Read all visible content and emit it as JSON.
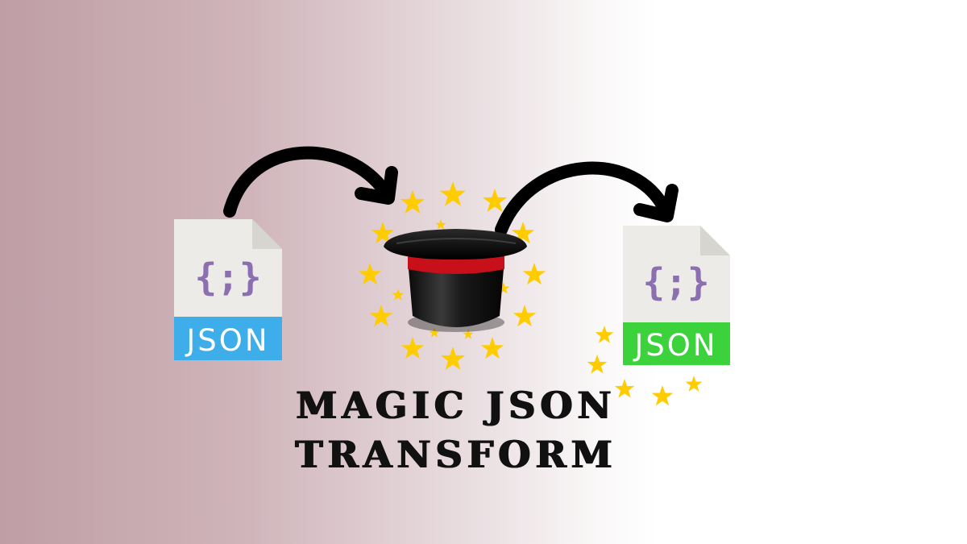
{
  "banner": {
    "title_line_1": "MAGIC JSON",
    "title_line_2": "TRANSFORM"
  },
  "source_file": {
    "glyph": "{;}",
    "label": "JSON",
    "icon": "json-file-icon",
    "band_color": "#3daee9",
    "glyph_color": "#8c6fb0"
  },
  "target_file": {
    "glyph": "{;}",
    "label": "JSON",
    "icon": "json-file-icon",
    "band_color": "#3cd23c",
    "glyph_color": "#8c6fb0"
  },
  "magic_hat": {
    "icon": "top-hat-icon",
    "star_color": "#ffcc00",
    "band_color": "#c8101a"
  }
}
